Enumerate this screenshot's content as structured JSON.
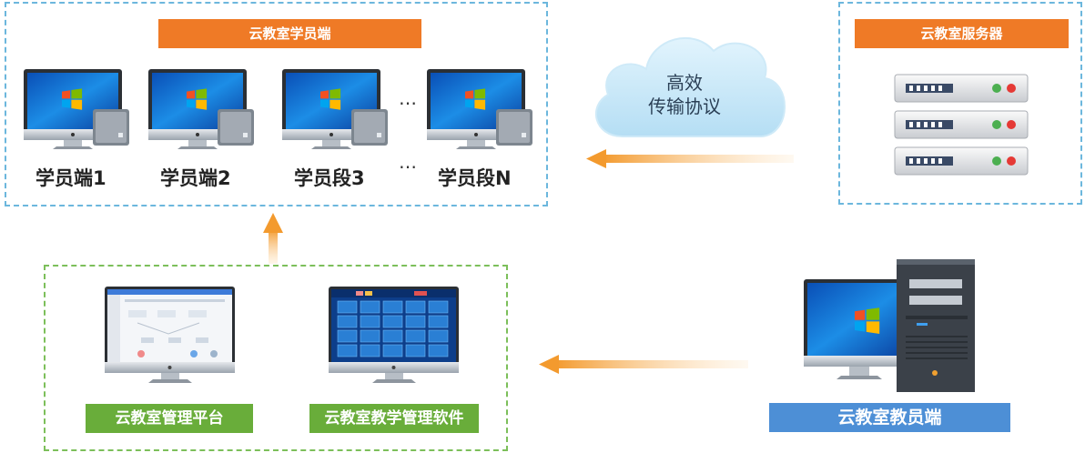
{
  "student_area": {
    "title": "云教室学员端",
    "clients": [
      {
        "label": "学员端1"
      },
      {
        "label": "学员端2"
      },
      {
        "label": "学员段3"
      },
      {
        "label": "学员段N"
      }
    ],
    "ellipsis": "…"
  },
  "cloud": {
    "line1": "高效",
    "line2": "传输协议"
  },
  "server_area": {
    "title": "云教室服务器"
  },
  "manage_area": {
    "platform_label": "云教室管理平台",
    "software_label": "云教室教学管理软件"
  },
  "teacher_area": {
    "title": "云教室教员端"
  },
  "colors": {
    "orange": "#ef7a26",
    "green": "#69ad3a",
    "blue": "#4d8fd6",
    "border_blue": "#6cb7dd",
    "border_green": "#7cbf5a"
  }
}
